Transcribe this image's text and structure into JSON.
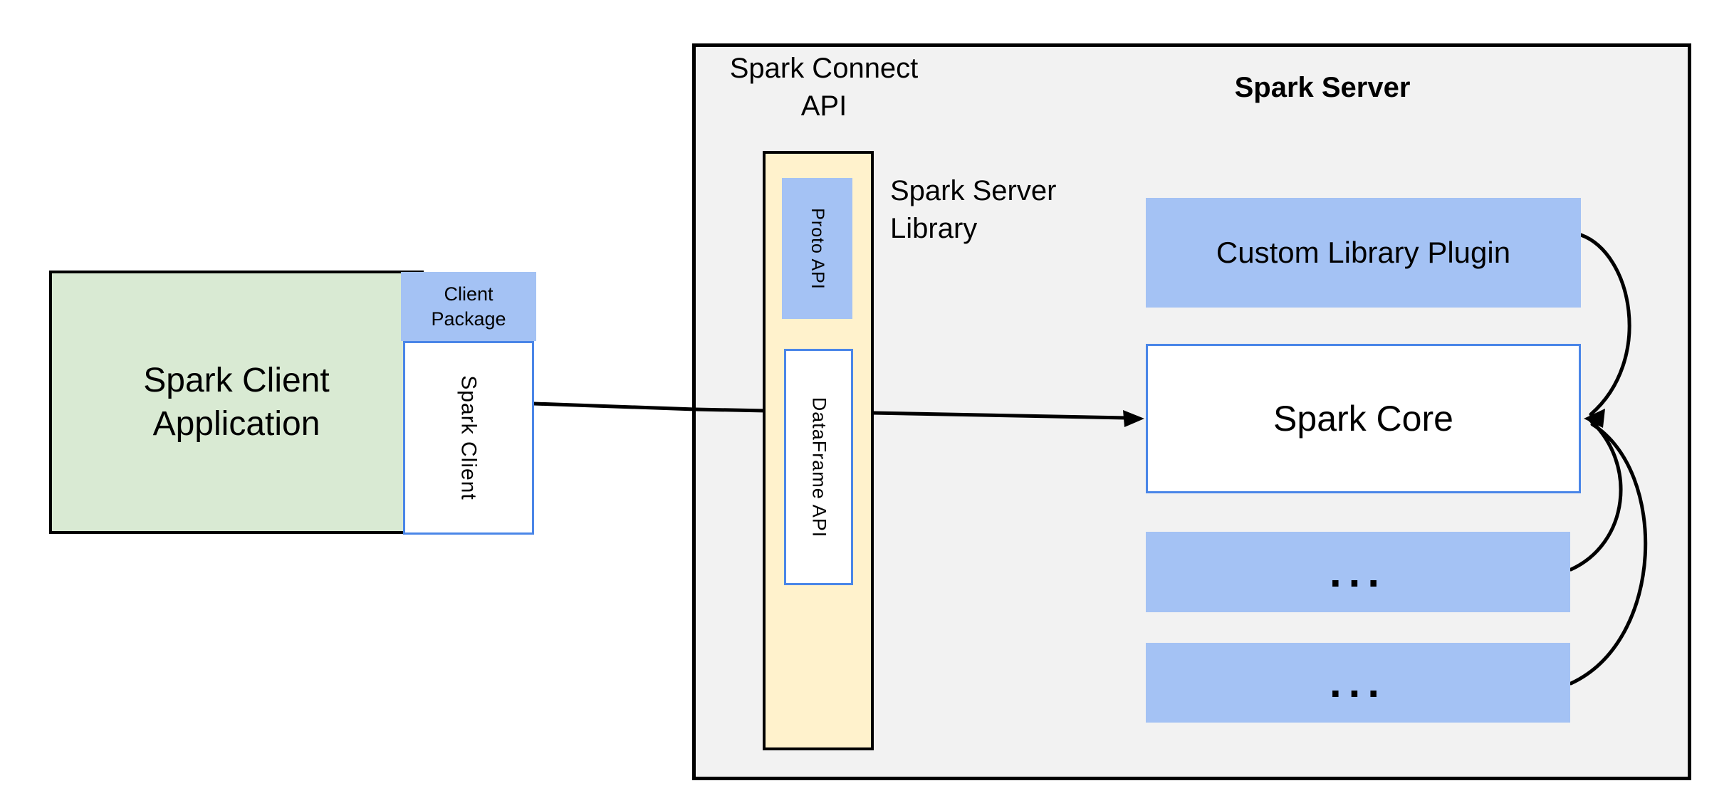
{
  "colors": {
    "client_app_fill": "#d9ead3",
    "plugin_fill": "#a4c2f4",
    "box_border_blue": "#4a86e8",
    "api_column_fill": "#fff2cc",
    "server_container_fill": "#f2f2f2",
    "line_color": "#000000"
  },
  "client_app": {
    "line1": "Spark Client",
    "line2": "Application"
  },
  "client_package": {
    "line1": "Client",
    "line2": "Package"
  },
  "spark_client_box": {
    "label": "Spark Client"
  },
  "spark_connect_api": {
    "line1": "Spark Connect",
    "line2": "API"
  },
  "proto_api": {
    "label": "Proto API"
  },
  "dataframe_api": {
    "label": "DataFrame API"
  },
  "spark_server_library": {
    "line1": "Spark Server",
    "line2": "Library"
  },
  "spark_server": {
    "title": "Spark Server"
  },
  "custom_library_plugin": {
    "label": "Custom Library Plugin"
  },
  "spark_core": {
    "label": "Spark Core"
  },
  "plugin_placeholder_1": {
    "label": "..."
  },
  "plugin_placeholder_2": {
    "label": "..."
  }
}
